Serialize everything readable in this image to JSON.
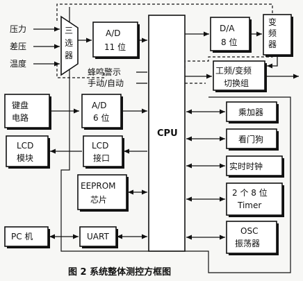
{
  "inputs": [
    "压力",
    "差压",
    "温度"
  ],
  "labels": {
    "alarm": "蜂鸣警示",
    "manual": "手动/自动"
  },
  "blocks": {
    "selector": [
      "三",
      "选",
      "器"
    ],
    "adc11": [
      "A/D",
      "11 位"
    ],
    "cpu": "CPU",
    "dac8": [
      "D/A",
      "8 位"
    ],
    "inverter": [
      "变",
      "频",
      "器"
    ],
    "switch_group": [
      "工频/变频",
      "切换组"
    ],
    "keyboard": [
      "键盘",
      "电路"
    ],
    "adc6": [
      "A/D",
      "6 位"
    ],
    "lcd_module": [
      "LCD",
      "模块"
    ],
    "lcd_interface": [
      "LCD",
      "接口"
    ],
    "eeprom": [
      "EEPROM",
      "芯片"
    ],
    "pc": "PC 机",
    "uart": "UART",
    "multiplier": "乘加器",
    "watchdog": "看门狗",
    "rtc": "实时时钟",
    "timer": [
      "2 个 8 位",
      "Timer"
    ],
    "osc": [
      "OSC",
      "振荡器"
    ]
  },
  "caption": "图 2  系统整体测控方框图"
}
